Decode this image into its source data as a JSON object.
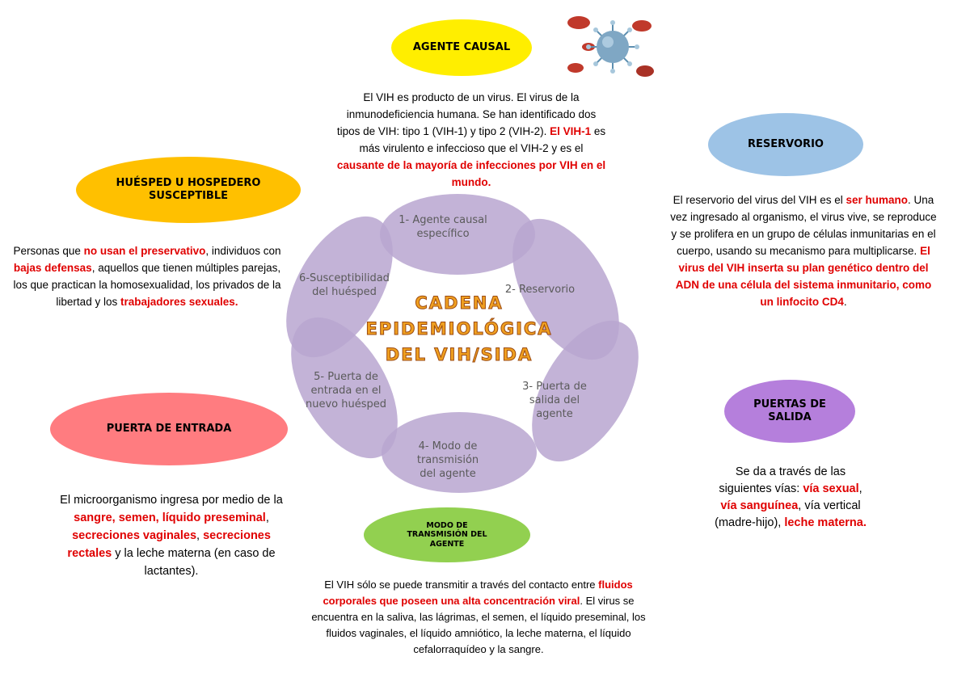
{
  "agente_causal": {
    "title": "AGENTE CAUSAL",
    "body": [
      {
        "t": "El VIH es producto de un virus. El virus de la inmunodeficiencia humana. Se han identificado dos tipos de VIH: tipo 1 (VIH-1) y tipo 2 (VIH-2). ",
        "c": "normal"
      },
      {
        "t": "El VIH-1",
        "c": "red"
      },
      {
        "t": " es más virulento e infeccioso que el VIH-2 y es el ",
        "c": "normal"
      },
      {
        "t": "causante de la mayoría de infecciones por VIH en el mundo.",
        "c": "red"
      }
    ]
  },
  "reservorio": {
    "title": "RESERVORIO",
    "body": [
      {
        "t": "El reservorio del virus del VIH es el ",
        "c": "normal"
      },
      {
        "t": "ser humano",
        "c": "red"
      },
      {
        "t": ". Una vez ingresado al organismo, el virus vive, se reproduce y se prolifera en un grupo de células inmunitarias en el cuerpo, usando su mecanismo para multiplicarse. ",
        "c": "normal"
      },
      {
        "t": "El virus del VIH inserta su plan genético dentro del ADN de una célula del sistema inmunitario, como un linfocito CD4",
        "c": "red"
      },
      {
        "t": ".",
        "c": "normal"
      }
    ]
  },
  "huesped": {
    "title": "HUÉSPED U HOSPEDERO SUSCEPTIBLE",
    "body": [
      {
        "t": "Personas que ",
        "c": "normal"
      },
      {
        "t": "no usan el preservativo",
        "c": "red"
      },
      {
        "t": ", individuos con ",
        "c": "normal"
      },
      {
        "t": "bajas defensas",
        "c": "red"
      },
      {
        "t": ", aquellos que tienen múltiples parejas, los que practican la homosexualidad, los privados de la libertad y los ",
        "c": "normal"
      },
      {
        "t": "trabajadores sexuales.",
        "c": "red"
      }
    ]
  },
  "puerta_entrada": {
    "title": "PUERTA DE ENTRADA",
    "body": [
      {
        "t": "El microorganismo ingresa por medio de la ",
        "c": "normal"
      },
      {
        "t": "sangre, semen, líquido preseminal",
        "c": "red"
      },
      {
        "t": ", ",
        "c": "normal"
      },
      {
        "t": "secreciones vaginales",
        "c": "red"
      },
      {
        "t": ", ",
        "c": "normal"
      },
      {
        "t": "secreciones rectales",
        "c": "red"
      },
      {
        "t": " y la leche materna (en caso de lactantes).",
        "c": "normal"
      }
    ]
  },
  "puertas_salida": {
    "title": "PUERTAS DE SALIDA",
    "body": [
      {
        "t": "Se da a través de las siguientes vías: ",
        "c": "normal"
      },
      {
        "t": "vía sexual",
        "c": "red"
      },
      {
        "t": ", ",
        "c": "normal"
      },
      {
        "t": "vía sanguínea",
        "c": "red"
      },
      {
        "t": ", vía vertical (madre-hijo), ",
        "c": "normal"
      },
      {
        "t": "leche materna.",
        "c": "red"
      }
    ]
  },
  "modo_transmision": {
    "title": "MODO DE TRANSMISIÓN DEL AGENTE",
    "body": [
      {
        "t": "El VIH sólo se puede transmitir a través del contacto entre ",
        "c": "normal"
      },
      {
        "t": "fluidos corporales que poseen una alta concentración viral",
        "c": "red"
      },
      {
        "t": ". El virus se encuentra en la saliva, las lágrimas, el semen, el líquido preseminal, los fluidos vaginales, el líquido amniótico, la leche materna, el líquido cefalorraquídeo y la sangre.",
        "c": "normal"
      }
    ]
  },
  "cycle": {
    "title_lines": [
      "CADENA",
      "EPIDEMIOLÓGICA",
      "DEL VIH/SIDA"
    ],
    "petals": [
      {
        "lines": [
          "1- Agente causal",
          "específico"
        ]
      },
      {
        "lines": [
          "2- Reservorio"
        ]
      },
      {
        "lines": [
          "3- Puerta de",
          "salida del",
          "agente"
        ]
      },
      {
        "lines": [
          "4- Modo de",
          "transmisión",
          "del agente"
        ]
      },
      {
        "lines": [
          "5- Puerta de",
          "entrada en el",
          "nuevo huésped"
        ]
      },
      {
        "lines": [
          "6-Susceptibilidad",
          "del huésped"
        ]
      }
    ]
  },
  "colors": {
    "agente": "#ffee00",
    "reservorio": "#9dc3e6",
    "huesped": "#ffc000",
    "entrada": "#ff7c80",
    "salida": "#b57fdc",
    "modo": "#92d050",
    "petal": "#b9a6d0",
    "petal_overlap": "#9f8ac0"
  },
  "icons": {
    "virus": "virus-illustration"
  }
}
